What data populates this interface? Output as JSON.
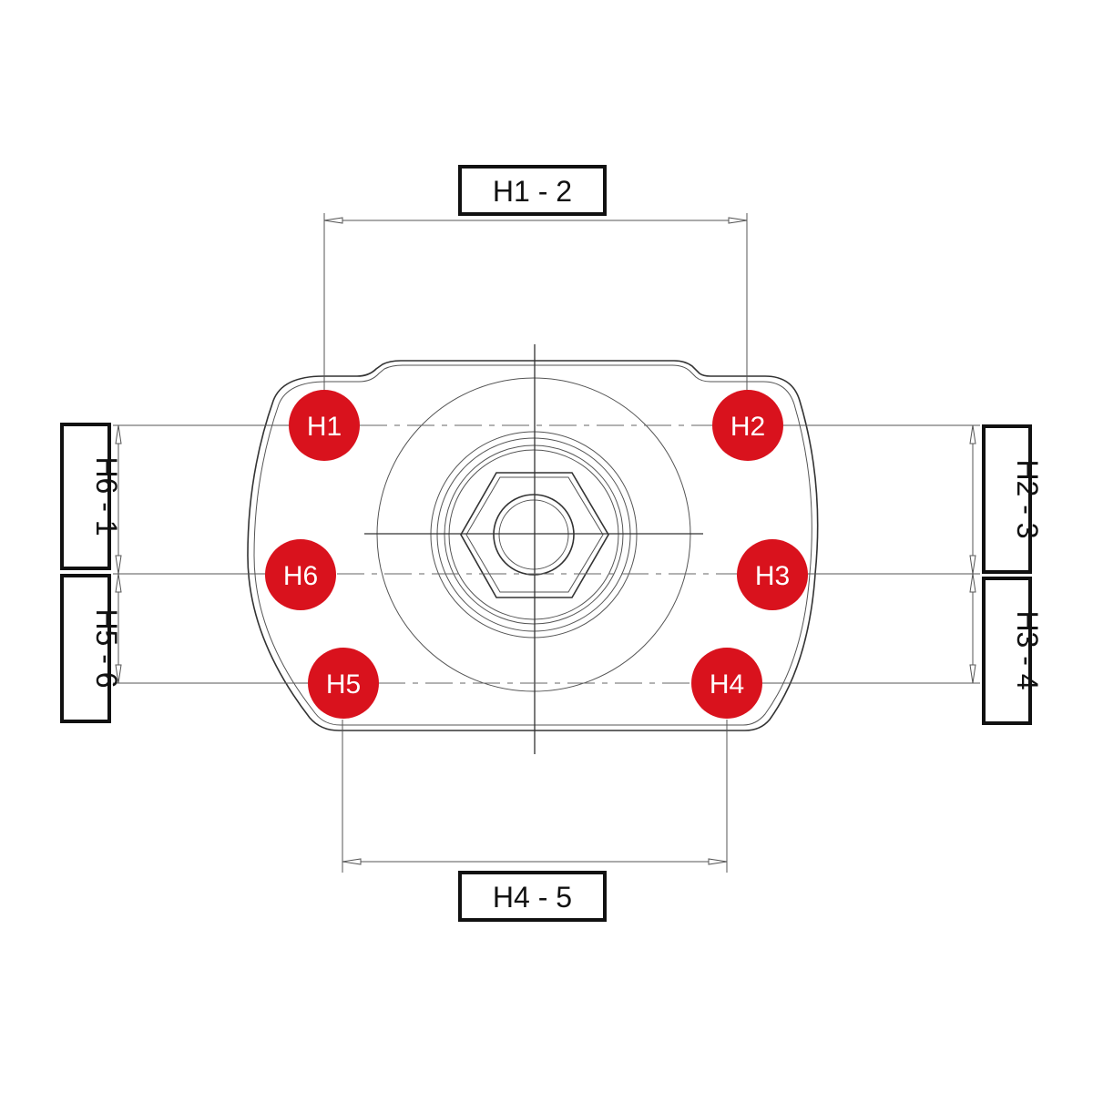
{
  "holes": [
    {
      "id": "H1",
      "label": "H1"
    },
    {
      "id": "H2",
      "label": "H2"
    },
    {
      "id": "H3",
      "label": "H3"
    },
    {
      "id": "H4",
      "label": "H4"
    },
    {
      "id": "H5",
      "label": "H5"
    },
    {
      "id": "H6",
      "label": "H6"
    }
  ],
  "dimensions": {
    "h1_2": "H1 - 2",
    "h2_3": "H2 - 3",
    "h3_4": "H3 - 4",
    "h4_5": "H4 - 5",
    "h5_6": "H5 - 6",
    "h6_1": "H6 - 1"
  },
  "colors": {
    "hole_marker": "#d9121d",
    "line": "#333333",
    "background": "#ffffff"
  }
}
